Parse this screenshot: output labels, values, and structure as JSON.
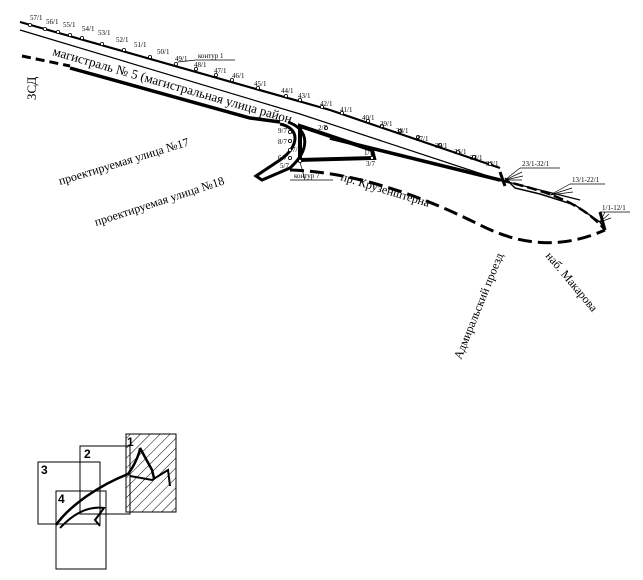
{
  "labels": {
    "zsd": "ЗСД",
    "magistral": "магистраль № 5 (магистральная улица район",
    "street17": "проектируемая улица №17",
    "street18": "проектируемая улица №18",
    "kruzenshtern": "пр. Крузенштерна",
    "admiral": "Адмиральский проезд",
    "makarova": "наб. Макарова",
    "kontur1": "контур 1",
    "kontur7": "контур 7"
  },
  "point_labels": {
    "p57": "57/1",
    "p56": "56/1",
    "p55": "55/1",
    "p54": "54/1",
    "p53": "53/1",
    "p52": "52/1",
    "p51": "51/1",
    "p50": "50/1",
    "p49": "49/1",
    "p48": "48/1",
    "p47": "47/1",
    "p46": "46/1",
    "p45": "45/1",
    "p44": "44/1",
    "p43": "43/1",
    "p42": "42/1",
    "p41": "41/1",
    "p40": "40/1",
    "p39": "39/1",
    "p38": "38/1",
    "p37": "37/1",
    "p36": "36/1",
    "p35": "35/1",
    "p34": "34/1",
    "p33": "33/1",
    "g23": "23/1-32/1",
    "g13": "13/1-22/1",
    "g1": "1/1-12/1",
    "k9": "9/7",
    "k8": "8/7",
    "k7": "7/7",
    "k6": "6/7",
    "k5": "5/7",
    "k2": "2/7",
    "k1": "1/7",
    "k3": "3/7"
  },
  "key_map": {
    "n1": "1",
    "n2": "2",
    "n3": "3",
    "n4": "4"
  },
  "colors": {
    "line": "#000000",
    "background": "#ffffff"
  }
}
